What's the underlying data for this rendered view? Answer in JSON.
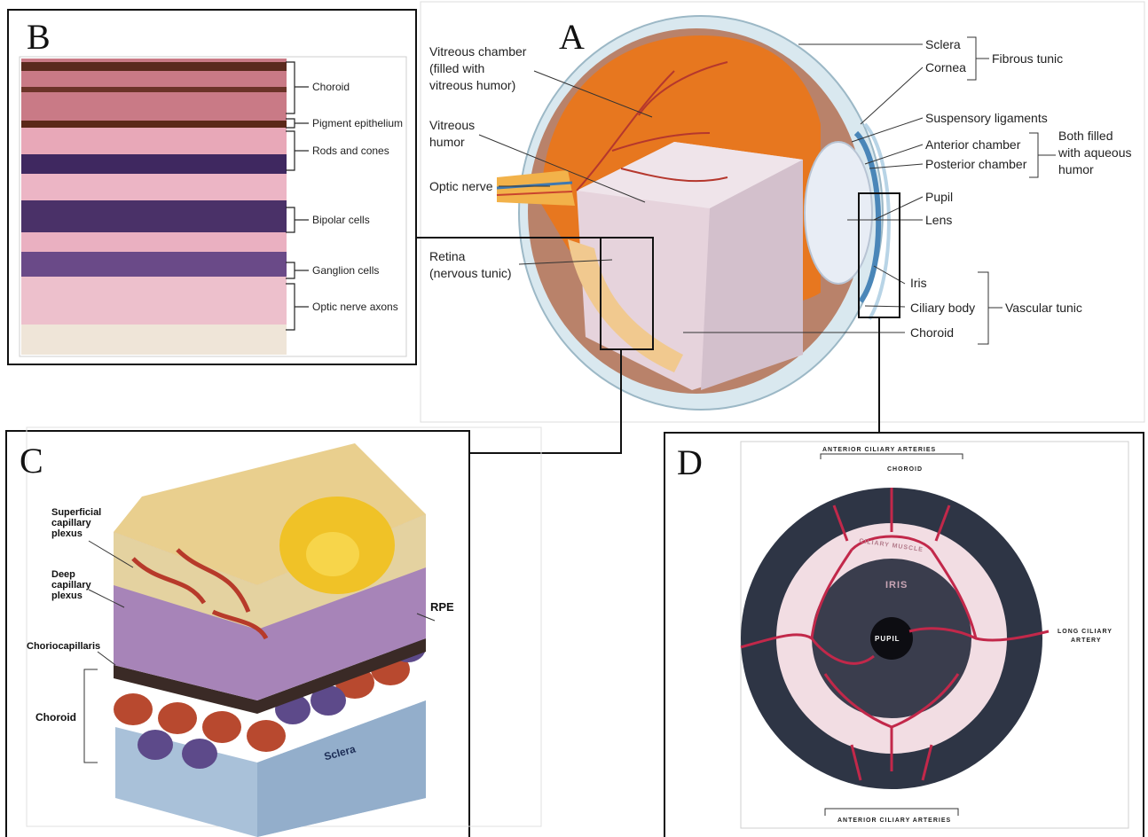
{
  "panels": {
    "a": {
      "letter": "A",
      "labels": {
        "vitreous_chamber": "Vitreous chamber",
        "vitreous_chamber_2": "(filled with",
        "vitreous_chamber_3": "vitreous humor)",
        "vitreous_humor": "Vitreous",
        "vitreous_humor_2": "humor",
        "optic_nerve": "Optic nerve",
        "retina": "Retina",
        "retina_2": "(nervous tunic)",
        "sclera": "Sclera",
        "cornea": "Cornea",
        "fibrous_tunic": "Fibrous tunic",
        "suspensory_ligaments": "Suspensory ligaments",
        "anterior_chamber": "Anterior chamber",
        "posterior_chamber": "Posterior chamber",
        "aqueous_1": "Both filled",
        "aqueous_2": "with aqueous",
        "aqueous_3": "humor",
        "pupil": "Pupil",
        "lens": "Lens",
        "iris": "Iris",
        "ciliary_body": "Ciliary body",
        "vascular_tunic": "Vascular tunic",
        "choroid": "Choroid"
      }
    },
    "b": {
      "letter": "B",
      "labels": {
        "choroid": "Choroid",
        "pigment_epithelium": "Pigment epithelium",
        "rods_cones": "Rods and cones",
        "bipolar": "Bipolar cells",
        "ganglion": "Ganglion cells",
        "optic_axons": "Optic nerve axons"
      }
    },
    "c": {
      "letter": "C",
      "labels": {
        "superficial_1": "Superficial",
        "superficial_2": "capillary",
        "superficial_3": "plexus",
        "deep_1": "Deep",
        "deep_2": "capillary",
        "deep_3": "plexus",
        "choriocapillaris": "Choriocapillaris",
        "choroid": "Choroid",
        "rpe": "RPE",
        "sclera": "Sclera"
      }
    },
    "d": {
      "letter": "D",
      "labels": {
        "anterior_top": "ANTERIOR CILIARY ARTERIES",
        "choroid": "CHOROID",
        "ciliary_muscle": "CILIARY MUSCLE",
        "iris": "IRIS",
        "pupil": "PUPIL",
        "long_ciliary_1": "LONG CILIARY",
        "long_ciliary_2": "ARTERY",
        "anterior_bottom": "ANTERIOR CILIARY ARTERIES"
      }
    }
  },
  "colors": {
    "frame": "#111111",
    "histology_pink": "#e9a7bd",
    "nuclei_purple": "#4b2a6b",
    "eye_orange": "#e7771f",
    "vessel_red": "#b53a2c",
    "iris_dark": "#2a3140"
  }
}
